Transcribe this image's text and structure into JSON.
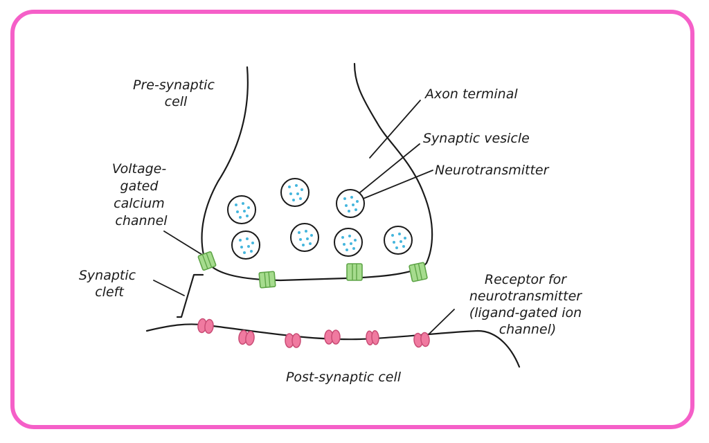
{
  "colors": {
    "frame": "#f55fc8",
    "membrane": "#1a1a1a",
    "neurotransmitter": "#45b6dd",
    "calcium_channel_fill": "#a6dc8e",
    "calcium_channel_stroke": "#5ea447",
    "receptor_fill": "#f07aa0",
    "receptor_stroke": "#c94c75"
  },
  "labels": {
    "pre_synaptic": [
      "Pre-synaptic",
      "cell"
    ],
    "axon_terminal": "Axon terminal",
    "synaptic_vesicle": "Synaptic vesicle",
    "neurotransmitter": "Neurotransmitter",
    "voltage_gated": [
      "Voltage-",
      "gated",
      "calcium",
      "channel"
    ],
    "synaptic_cleft": [
      "Synaptic",
      "cleft"
    ],
    "receptor": [
      "Receptor for",
      "neurotransmitter",
      "(ligand-gated ion",
      "channel)"
    ],
    "post_synaptic": "Post-synaptic cell"
  }
}
